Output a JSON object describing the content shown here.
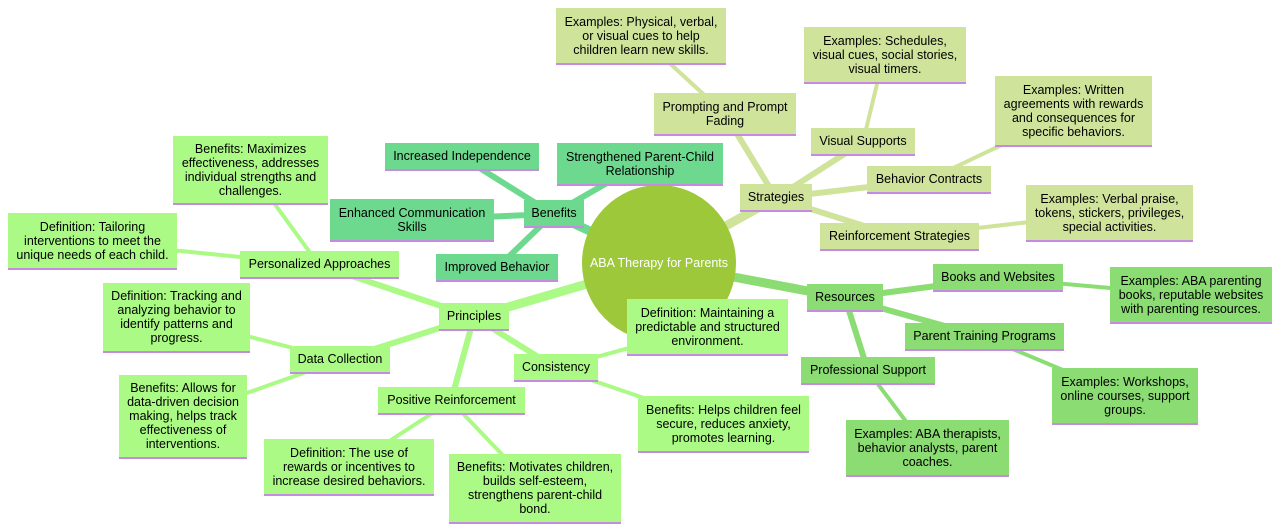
{
  "root": {
    "label": "ABA Therapy for Parents"
  },
  "colors": {
    "root": "#9cc83a",
    "principles": "#abfa85",
    "benefits": "#6dd98f",
    "strategies": "#cfe39b",
    "resources": "#8bdc73",
    "underline": "#c48be0"
  },
  "benefits": {
    "label": "Benefits",
    "items": [
      "Increased Independence",
      "Strengthened Parent-Child Relationship",
      "Enhanced Communication Skills",
      "Improved Behavior"
    ]
  },
  "strategies": {
    "label": "Strategies",
    "prompting": {
      "label": "Prompting and Prompt Fading",
      "example": "Examples: Physical, verbal, or visual cues to help children learn new skills."
    },
    "visual": {
      "label": "Visual Supports",
      "example": "Examples: Schedules, visual cues, social stories, visual timers."
    },
    "contracts": {
      "label": "Behavior Contracts",
      "example": "Examples: Written agreements with rewards and consequences for specific behaviors."
    },
    "reinforcement": {
      "label": "Reinforcement Strategies",
      "example": "Examples: Verbal praise, tokens, stickers, privileges, special activities."
    }
  },
  "principles": {
    "label": "Principles",
    "personalized": {
      "label": "Personalized Approaches",
      "benefits": "Benefits: Maximizes effectiveness, addresses individual strengths and challenges.",
      "definition": "Definition: Tailoring interventions to meet the unique needs of each child."
    },
    "data": {
      "label": "Data Collection",
      "definition": "Definition: Tracking and analyzing behavior to identify patterns and progress.",
      "benefits": "Benefits: Allows for data-driven decision making, helps track effectiveness of interventions."
    },
    "positive": {
      "label": "Positive Reinforcement",
      "definition": "Definition: The use of rewards or incentives to increase desired behaviors.",
      "benefits": "Benefits: Motivates children, builds self-esteem, strengthens parent-child bond."
    },
    "consistency": {
      "label": "Consistency",
      "definition": "Definition: Maintaining a predictable and structured environment.",
      "benefits": "Benefits: Helps children feel secure, reduces anxiety, promotes learning."
    }
  },
  "resources": {
    "label": "Resources",
    "books": {
      "label": "Books and Websites",
      "example": "Examples: ABA parenting books, reputable websites with parenting resources."
    },
    "training": {
      "label": "Parent Training Programs",
      "example": "Examples: Workshops, online courses, support groups."
    },
    "professional": {
      "label": "Professional Support",
      "example": "Examples: ABA therapists, behavior analysts, parent coaches."
    }
  }
}
